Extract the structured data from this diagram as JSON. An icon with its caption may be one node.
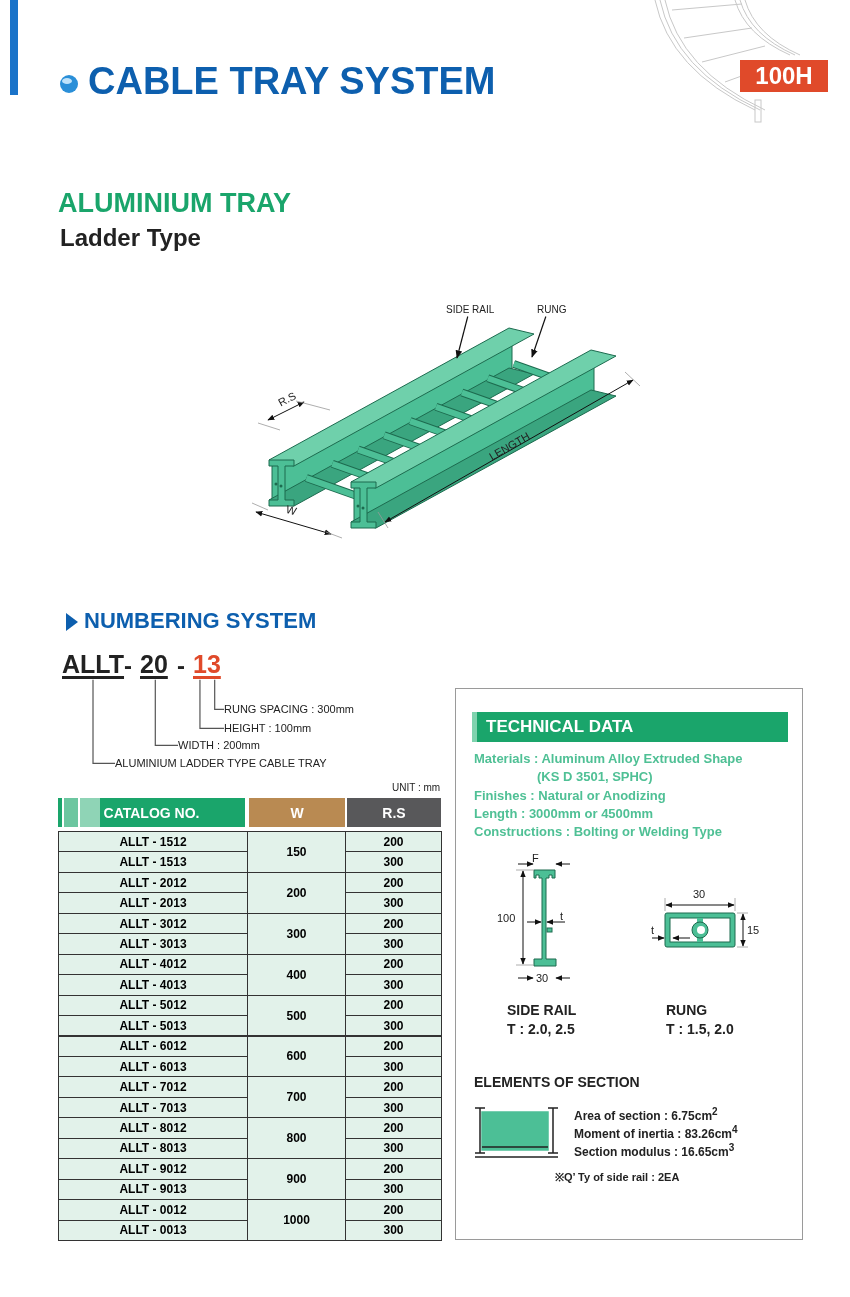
{
  "diagram": {
    "title": "CABLE TRAY SYSTEM",
    "nodes": [
      {
        "text": [
          "SIDE RAIL"
        ]
      },
      {
        "text": [
          "RUNG"
        ]
      },
      {
        "text": [
          "ALLT"
        ]
      },
      {
        "text": [
          "20"
        ]
      },
      {
        "text": [
          "13"
        ]
      },
      {
        "text": [
          "RUNG SPACING : 300mm"
        ]
      },
      {
        "text": [
          "HEIGHT : 100mm"
        ]
      },
      {
        "text": [
          "WIDTH : 200mm"
        ]
      },
      {
        "text": [
          "ALUMINIUM LADDER TYPE CABLE TRAY"
        ]
      },
      {
        "text": [
          "TECHNICAL DATA"
        ]
      }
    ],
    "edges": [
      {
        "from": 0,
        "to": null,
        "arrow": "to"
      },
      {
        "from": 1,
        "to": null,
        "arrow": "to"
      },
      {
        "from": 2,
        "to": 8,
        "arrow": "none"
      },
      {
        "from": 3,
        "to": 7,
        "arrow": "none"
      },
      {
        "from": 4,
        "to": 6,
        "arrow": "none"
      },
      {
        "from": 4,
        "to": 5,
        "arrow": "none"
      }
    ],
    "labels": [
      "100H",
      "ALUMINIUM TRAY",
      "Ladder Type",
      "R.S",
      "W",
      "LENGTH",
      "NUMBERING SYSTEM",
      "-",
      "-",
      "UNIT : mm",
      "CATALOG NO.",
      "W",
      "R.S",
      "ALLT - 1512",
      "150",
      "200",
      "ALLT - 1513",
      "300",
      "ALLT - 2012",
      "200",
      "200",
      "ALLT - 2013",
      "300",
      "ALLT - 3012",
      "300",
      "200",
      "ALLT - 3013",
      "300",
      "ALLT - 4012",
      "400",
      "200",
      "ALLT - 4013",
      "300",
      "ALLT - 5012",
      "500",
      "200",
      "ALLT - 5013",
      "300",
      "ALLT - 6012",
      "600",
      "200",
      "ALLT - 6013",
      "300",
      "ALLT - 7012",
      "700",
      "200",
      "ALLT - 7013",
      "300",
      "ALLT - 8012",
      "800",
      "200",
      "ALLT - 8013",
      "300",
      "ALLT - 9012",
      "900",
      "200",
      "ALLT - 9013",
      "300",
      "ALLT - 0012",
      "1000",
      "200",
      "ALLT - 0013",
      "300",
      "Materials : Aluminum Alloy Extruded Shape",
      "(KS D 3501, SPHC)",
      "Finishes : Natural or Anodizing",
      "Length : 3000mm or 4500mm",
      "Constructions : Bolting or Welding Type",
      "F",
      "100",
      "t",
      "30",
      "30",
      "t",
      "15",
      "SIDE RAIL",
      "T : 2.0, 2.5",
      "RUNG",
      "T : 1.5, 2.0",
      "ELEMENTS OF SECTION",
      "Area of section : 6.75cm$^{2}$",
      "Moment of inertia : 83.26cm$^{4}$",
      "Section modulus : 16.65cm$^{3}$",
      "※Q’ Ty of side rail : 2EA"
    ]
  }
}
